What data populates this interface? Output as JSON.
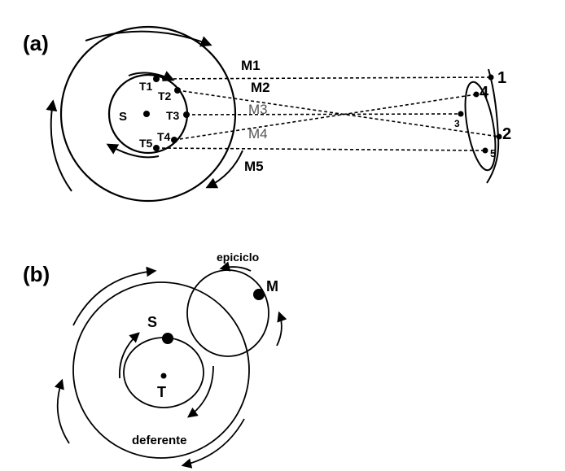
{
  "panel_a": {
    "label": "(a)",
    "sun_label": "S",
    "earth_positions": [
      "T1",
      "T2",
      "T3",
      "T4",
      "T5"
    ],
    "mars_positions": [
      "M1",
      "M2",
      "M3",
      "M4",
      "M5"
    ],
    "apparent_positions": [
      "1",
      "2",
      "3",
      "4",
      "5"
    ]
  },
  "panel_b": {
    "label": "(b)",
    "epicycle_label": "epiciclo",
    "mars_label": "M",
    "sun_label": "S",
    "earth_label": "T",
    "deferent_label": "deferente"
  }
}
